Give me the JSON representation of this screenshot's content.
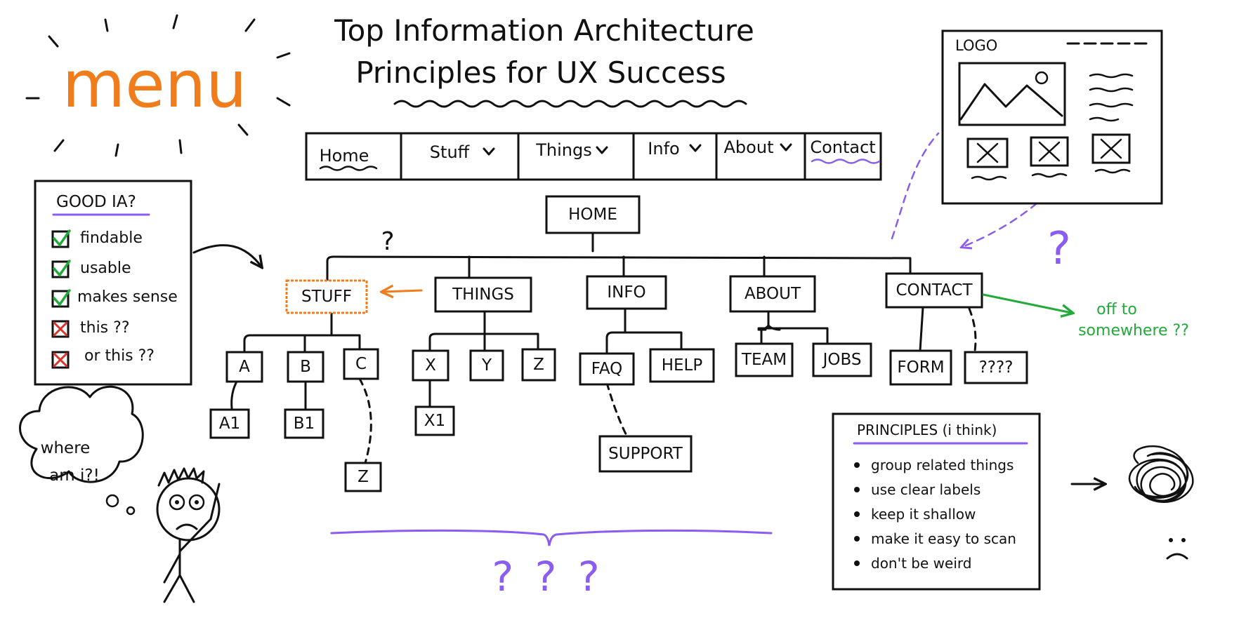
{
  "title": {
    "line1": "Top Information Architecture",
    "line2": "Principles for UX Success"
  },
  "menu_word": "menu",
  "navbar": {
    "items": [
      {
        "label": "Home",
        "dropdown": false
      },
      {
        "label": "Stuff",
        "dropdown": true
      },
      {
        "label": "Things",
        "dropdown": true
      },
      {
        "label": "Info",
        "dropdown": true
      },
      {
        "label": "About",
        "dropdown": true
      },
      {
        "label": "Contact",
        "dropdown": false
      }
    ],
    "chevron": "chevron-down-icon"
  },
  "checklist": {
    "title": "GOOD IA?",
    "items": [
      {
        "label": "findable",
        "state": "checked"
      },
      {
        "label": "usable",
        "state": "checked"
      },
      {
        "label": "makes sense",
        "state": "checked"
      },
      {
        "label": "this ??",
        "state": "crossed"
      },
      {
        "label": "or this ??",
        "state": "crossed"
      }
    ]
  },
  "tree": {
    "root": "HOME",
    "sections": [
      "STUFF",
      "THINGS",
      "INFO",
      "ABOUT",
      "CONTACT"
    ],
    "stuff_children": [
      "A",
      "B",
      "C"
    ],
    "stuff_grandchildren": [
      "A1",
      "B1",
      "Z"
    ],
    "things_children": [
      "X",
      "Y",
      "Z"
    ],
    "things_grandchildren": [
      "X1"
    ],
    "info_children": [
      "FAQ",
      "HELP"
    ],
    "info_grandchildren": [
      "SUPPORT"
    ],
    "about_children": [
      "TEAM",
      "JOBS"
    ],
    "contact_children": [
      "FORM",
      "????"
    ],
    "stuff_question": "?",
    "contact_question": "?"
  },
  "contact_exit": {
    "line1": "off to",
    "line2": "somewhere ??"
  },
  "wireframe": {
    "logo": "LOGO"
  },
  "thought": {
    "line1": "where",
    "line2": "am i?!"
  },
  "principles": {
    "title": "PRINCIPLES (i think)",
    "items": [
      "group related things",
      "use clear labels",
      "keep it shallow",
      "make it easy to scan",
      "don't be weird"
    ]
  },
  "bottom_marks": "? ? ?",
  "colors": {
    "ink": "#111111",
    "orange": "#f07c1c",
    "purple": "#8a5cf0",
    "green": "#22aa3a",
    "red": "#d9342b"
  }
}
